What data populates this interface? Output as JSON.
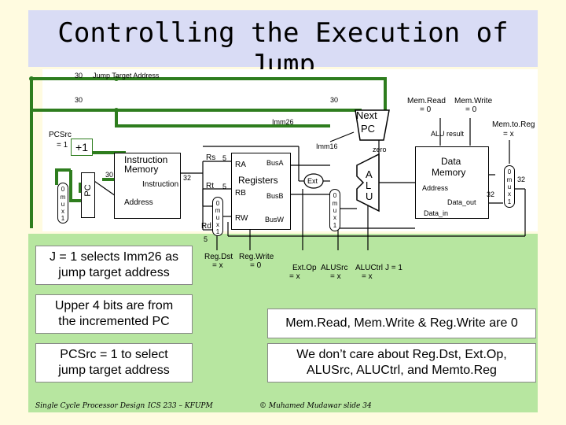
{
  "title": "Controlling the Execution of Jump",
  "datapath": {
    "jump_target_label": "Jump Target Address",
    "w30_top": "30",
    "w30_left": "30",
    "w30_right": "30",
    "w30_pc": "30",
    "w32_imem": "32",
    "w32_dmem": "32",
    "imm26": "Imm26",
    "imm16": "Imm16",
    "pcsrc_line1": "PCSrc",
    "pcsrc_line2": "= 1",
    "plus1": "+1",
    "pc": "PC",
    "next_pc_line1": "Next",
    "next_pc_line2": "PC",
    "zero": "zero",
    "imem_line1": "Instruction",
    "imem_line2": "Memory",
    "imem_instruction": "Instruction",
    "imem_address": "Address",
    "rs": "Rs",
    "rt": "Rt",
    "rd": "Rd",
    "five_rs": "5",
    "five_rt": "5",
    "five_rd": "5",
    "ra": "RA",
    "rb": "RB",
    "rw": "RW",
    "busa": "BusA",
    "busb": "BusB",
    "busw": "BusW",
    "registers": "Registers",
    "ext": "Ext",
    "alu_a": "A",
    "alu_l": "L",
    "alu_u": "U",
    "alu_result": "ALU result",
    "dmem_line1": "Data",
    "dmem_line2": "Memory",
    "dmem_address": "Address",
    "dmem_data_out": "Data_out",
    "dmem_data_in": "Data_in",
    "memread_line1": "Mem.Read",
    "memread_line2": "= 0",
    "memwrite_line1": "Mem.Write",
    "memwrite_line2": "= 0",
    "memtoreg_line1": "Mem.to.Reg",
    "memtoreg_line2": "= x",
    "regdst_line1": "Reg.Dst",
    "regdst_line2": "= x",
    "regwrite_line1": "Reg.Write",
    "regwrite_line2": "= 0",
    "extop_line1": "Ext.Op",
    "extop_line2": "= x",
    "alusrc_line1": "ALUSrc",
    "alusrc_line2": "= x",
    "aluctrl_line1": "ALUCtrl",
    "aluctrl_line2": "J = 1",
    "aluctrl_line3": "= x",
    "mux_0": "0",
    "mux_1": "1",
    "mux_m": "m",
    "mux_u": "u",
    "mux_x": "x"
  },
  "notes": {
    "jump_line1": "J = 1 selects Imm26 as",
    "jump_line2": "jump target address",
    "upper_line1": "Upper 4 bits are from",
    "upper_line2": "the incremented PC",
    "pcsrc_line1": "PCSrc = 1 to select",
    "pcsrc_line2": "jump target address",
    "mem_line1": "Mem.Read, Mem.Write & Reg.Write are 0",
    "dontcare_line1": "We don’t care about Reg.Dst, Ext.Op,",
    "dontcare_line2": "ALUSrc, ALUCtrl, and Memto.Reg"
  },
  "footer": {
    "left": "Single Cycle Processor Design",
    "middle": "ICS 233 – KFUPM",
    "right": "© Muhamed Mudawar  slide 34"
  },
  "colors": {
    "active_path": "#2e7d1e",
    "highlight_band": "#b7e6a0",
    "title_band": "#d9dcf5",
    "background": "#fffbe0"
  }
}
